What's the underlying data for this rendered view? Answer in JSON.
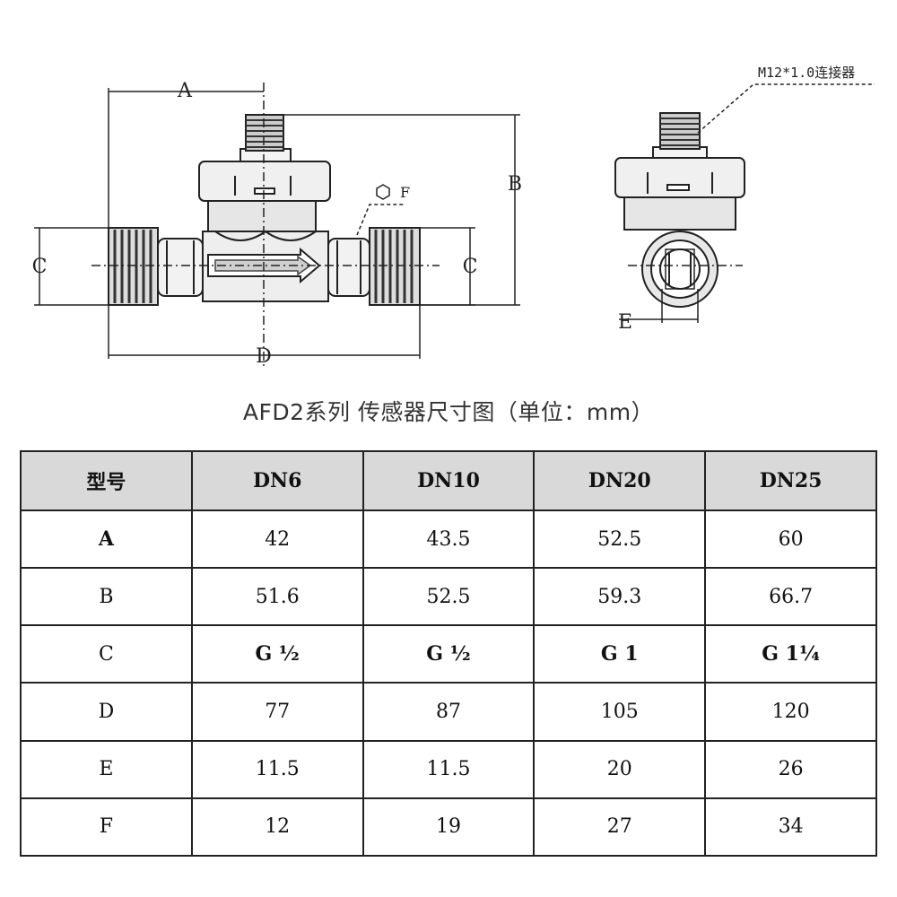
{
  "diagram": {
    "dim_labels": {
      "A": "A",
      "B": "B",
      "C_left": "C",
      "C_right": "C",
      "D": "D",
      "E": "E",
      "F": "F"
    },
    "connector_label": "M12*1.0连接器"
  },
  "caption": "AFD2系列 传感器尺寸图（单位：mm）",
  "table": {
    "headers": [
      "型号",
      "DN6",
      "DN10",
      "DN20",
      "DN25"
    ],
    "rows": [
      {
        "label": "A",
        "values": [
          "42",
          "43.5",
          "52.5",
          "60"
        ]
      },
      {
        "label": "B",
        "values": [
          "51.6",
          "52.5",
          "59.3",
          "66.7"
        ]
      },
      {
        "label": "C",
        "values": [
          "G ½",
          "G ½",
          "G 1",
          "G 1¼"
        ]
      },
      {
        "label": "D",
        "values": [
          "77",
          "87",
          "105",
          "120"
        ]
      },
      {
        "label": "E",
        "values": [
          "11.5",
          "11.5",
          "20",
          "26"
        ]
      },
      {
        "label": "F",
        "values": [
          "12",
          "19",
          "27",
          "34"
        ]
      }
    ]
  }
}
